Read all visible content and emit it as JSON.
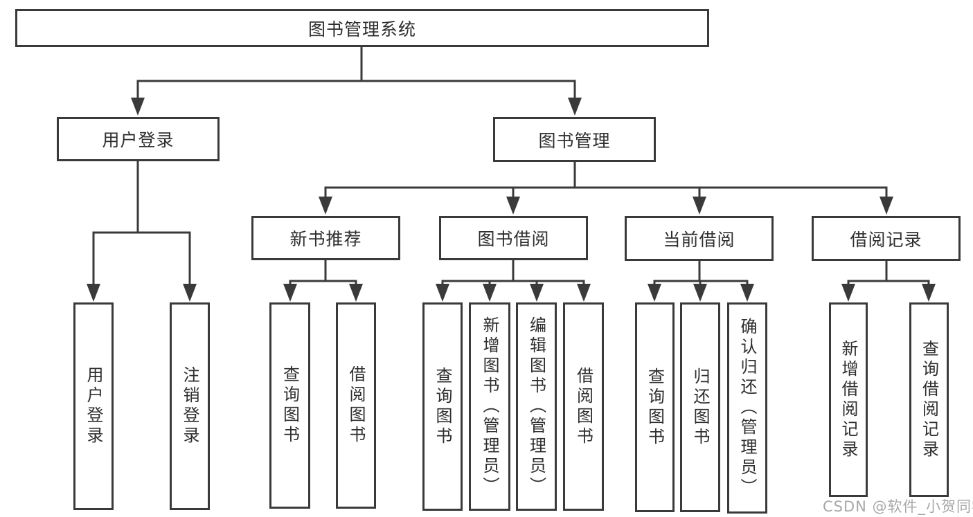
{
  "diagram": {
    "root": {
      "label": "图书管理系统"
    },
    "level2": [
      {
        "label": "用户登录"
      },
      {
        "label": "图书管理"
      }
    ],
    "level3": [
      {
        "label": "新书推荐"
      },
      {
        "label": "图书借阅"
      },
      {
        "label": "当前借阅"
      },
      {
        "label": "借阅记录"
      }
    ],
    "leaves": {
      "user_login": [
        {
          "label": "用户登录"
        },
        {
          "label": "注销登录"
        }
      ],
      "new_book_recommend": [
        {
          "label": "查询图书"
        },
        {
          "label": "借阅图书"
        }
      ],
      "book_borrow": [
        {
          "label": "查询图书"
        },
        {
          "label": "新增图书（管理员）"
        },
        {
          "label": "编辑图书（管理员）"
        },
        {
          "label": "借阅图书"
        }
      ],
      "current_borrow": [
        {
          "label": "查询图书"
        },
        {
          "label": "归还图书"
        },
        {
          "label": "确认归还（管理员）"
        }
      ],
      "borrow_record": [
        {
          "label": "新增借阅记录"
        },
        {
          "label": "查询借阅记录"
        }
      ]
    },
    "watermark": "CSDN @软件_小贺同学",
    "colors": {
      "line": "#3a3a3a",
      "text": "#2e2e2e",
      "watermark": "#9e9e9e",
      "background": "#ffffff"
    }
  }
}
